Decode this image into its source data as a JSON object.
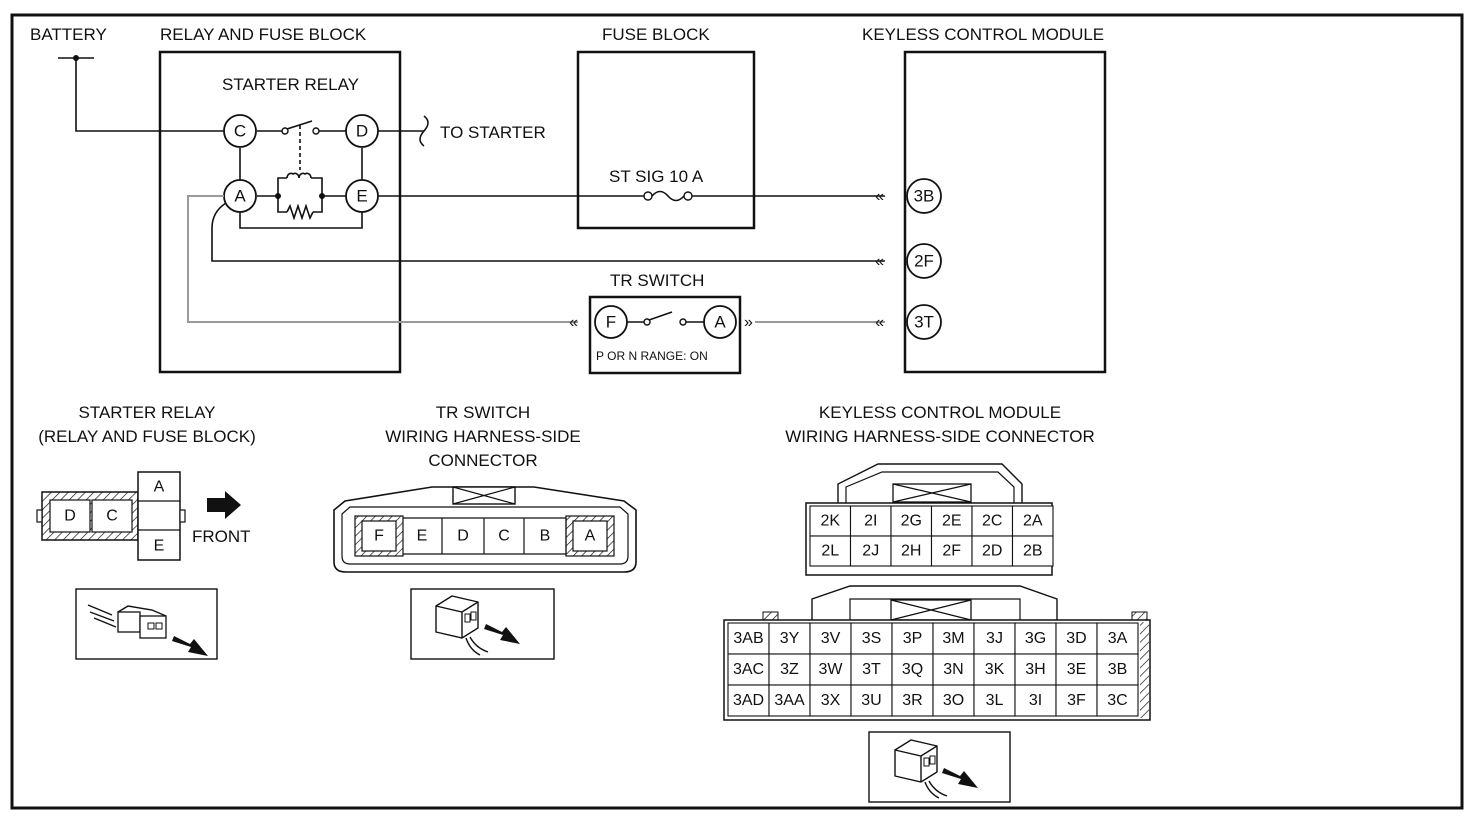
{
  "labels": {
    "battery": "BATTERY",
    "relay_fuse_block": "RELAY AND FUSE BLOCK",
    "fuse_block": "FUSE BLOCK",
    "keyless_module": "KEYLESS CONTROL MODULE",
    "starter_relay": "STARTER RELAY",
    "to_starter": "TO STARTER",
    "fuse_name": "ST SIG 10 A",
    "tr_switch": "TR SWITCH",
    "tr_range": "P OR N RANGE: ON"
  },
  "pins": {
    "relay": [
      "C",
      "D",
      "A",
      "E"
    ],
    "tr": [
      "F",
      "A"
    ],
    "module": [
      "3B",
      "2F",
      "3T"
    ]
  },
  "bottom": {
    "starter_relay_title": [
      "STARTER RELAY",
      "(RELAY AND FUSE BLOCK)"
    ],
    "tr_title": [
      "TR SWITCH",
      "WIRING HARNESS-SIDE",
      "CONNECTOR"
    ],
    "kcm_title": [
      "KEYLESS CONTROL MODULE",
      "WIRING HARNESS-SIDE CONNECTOR"
    ],
    "front": "FRONT",
    "relay_conn": {
      "left": [
        "D",
        "C"
      ],
      "top": "A",
      "bottom": "E"
    },
    "tr_conn": [
      "F",
      "E",
      "D",
      "C",
      "B",
      "A"
    ],
    "kcm_2": [
      [
        "2K",
        "2I",
        "2G",
        "2E",
        "2C",
        "2A"
      ],
      [
        "2L",
        "2J",
        "2H",
        "2F",
        "2D",
        "2B"
      ]
    ],
    "kcm_3": [
      [
        "3AB",
        "3Y",
        "3V",
        "3S",
        "3P",
        "3M",
        "3J",
        "3G",
        "3D",
        "3A"
      ],
      [
        "3AC",
        "3Z",
        "3W",
        "3T",
        "3Q",
        "3N",
        "3K",
        "3H",
        "3E",
        "3B"
      ],
      [
        "3AD",
        "3AA",
        "3X",
        "3U",
        "3R",
        "3O",
        "3L",
        "3I",
        "3F",
        "3C"
      ]
    ]
  }
}
